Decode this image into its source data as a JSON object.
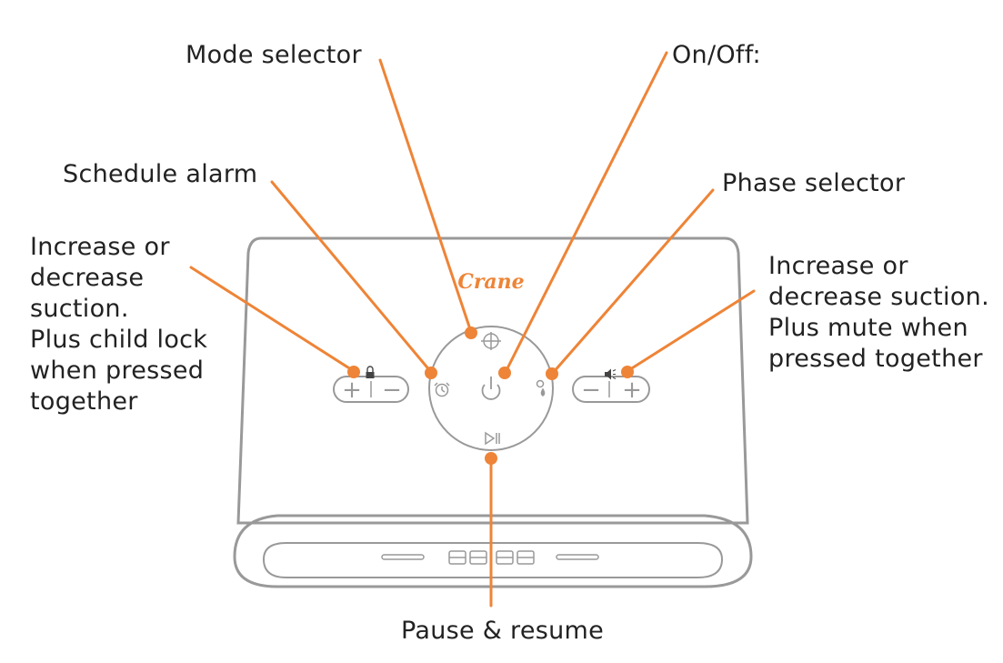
{
  "callouts": {
    "mode_selector": "Mode selector",
    "on_off": "On/Off:",
    "schedule_alarm": "Schedule alarm",
    "phase_selector": "Phase selector",
    "left_suction": "Increase or\ndecrease\nsuction.\nPlus child lock\nwhen pressed\ntogether",
    "right_suction": "Increase or\ndecrease suction.\nPlus mute when\npressed together",
    "pause_resume": "Pause & resume"
  },
  "device": {
    "brand": "Crane",
    "left_control": {
      "plus": "+",
      "minus": "−"
    },
    "right_control": {
      "minus": "−",
      "plus": "+"
    }
  },
  "colors": {
    "accent": "#EE8437",
    "outline": "#999999",
    "text": "#222222"
  }
}
